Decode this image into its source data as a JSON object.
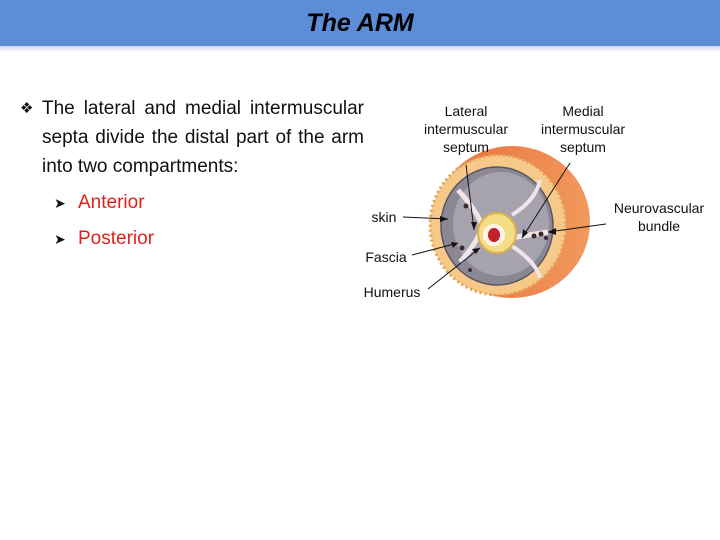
{
  "slide": {
    "title": "The ARM",
    "bullet": "The lateral and medial intermuscular septa divide the distal part of the arm into two compartments:",
    "sub_items": [
      "Anterior",
      "Posterior"
    ]
  },
  "figure": {
    "labels": {
      "lateral": [
        "Lateral",
        "intermuscular",
        "septum"
      ],
      "medial": [
        "Medial",
        "intermuscular",
        "septum"
      ],
      "neurovascular": [
        "Neurovascular",
        "bundle"
      ],
      "skin": "skin",
      "fascia": "Fascia",
      "humerus": "Humerus"
    }
  },
  "colors": {
    "title_bar": "#5b8ed6",
    "sub_item_text": "#e0211b"
  }
}
